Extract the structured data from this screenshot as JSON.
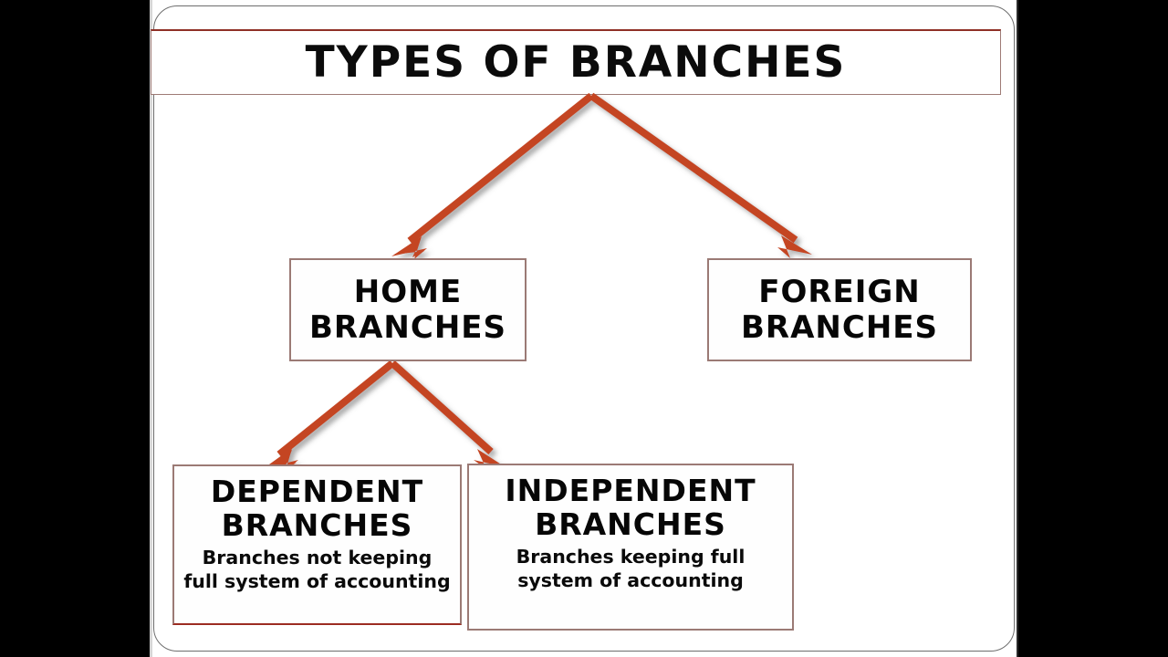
{
  "slide": {
    "title": "TYPES OF BRANCHES",
    "background_color": "#ffffff",
    "letterbox_color": "#000000",
    "outline_color": "#6e6e6e"
  },
  "theme": {
    "arrow_color": "#c44521",
    "box_border_color": "#9b7a75",
    "title_top_border_color": "#8f2f26",
    "accent_red": "#9c2c22",
    "text_color": "#060606"
  },
  "diagram": {
    "type": "hierarchy-tree",
    "root": {
      "id": "types-of-branches",
      "label": "TYPES OF BRANCHES"
    },
    "nodes": [
      {
        "id": "home-branches",
        "line1": "HOME",
        "line2": "BRANCHES",
        "level": 2,
        "parent": "types-of-branches"
      },
      {
        "id": "foreign-branches",
        "line1": "FOREIGN",
        "line2": "BRANCHES",
        "level": 2,
        "parent": "types-of-branches"
      },
      {
        "id": "dependent-branches",
        "line1": "DEPENDENT",
        "line2": "BRANCHES",
        "desc_line1": "Branches not keeping",
        "desc_line2": "full system of accounting",
        "level": 3,
        "parent": "home-branches"
      },
      {
        "id": "independent-branches",
        "line1": "INDEPENDENT",
        "line2": "BRANCHES",
        "desc_line1": "Branches keeping full",
        "desc_line2": "system of accounting",
        "level": 3,
        "parent": "home-branches"
      }
    ],
    "connectors": [
      {
        "from": "types-of-branches",
        "to": "home-branches",
        "style": "arrow"
      },
      {
        "from": "types-of-branches",
        "to": "foreign-branches",
        "style": "arrow"
      },
      {
        "from": "home-branches",
        "to": "dependent-branches",
        "style": "arrow"
      },
      {
        "from": "home-branches",
        "to": "independent-branches",
        "style": "arrow"
      }
    ]
  }
}
